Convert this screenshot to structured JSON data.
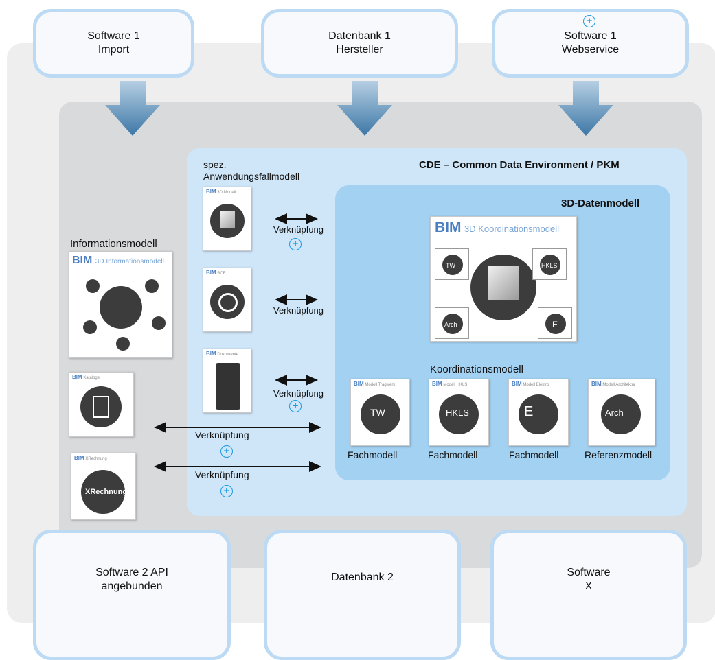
{
  "systems_top": [
    {
      "line1": "Software 1",
      "line2": "Import",
      "plus": false
    },
    {
      "line1": "Datenbank 1",
      "line2": "Hersteller",
      "plus": false
    },
    {
      "line1": "Software 1",
      "line2": "Webservice",
      "plus": true
    }
  ],
  "systems_bottom": [
    {
      "line1": "Software 2 API",
      "line2": "angebunden"
    },
    {
      "line1": "Datenbank 2",
      "line2": ""
    },
    {
      "line1": "Software",
      "line2": "X"
    }
  ],
  "cde": {
    "title": "CDE – Common Data Environment / PKM",
    "usecase_label_line1": "spez.",
    "usecase_label_line2": "Anwendungsfallmodell"
  },
  "datenmodell": {
    "title": "3D-Datenmodell",
    "coord_card_brand": "BIM",
    "coord_card_title": "3D Koordinationsmodell",
    "coord_caption": "Koordinationsmodell",
    "mini_labels": [
      "TW",
      "HKLS",
      "Arch",
      "E"
    ]
  },
  "info_model": {
    "label": "Informationsmodell",
    "brand": "BIM",
    "card_title": "3D Informationsmodell"
  },
  "usecase_cards": [
    {
      "brand": "BIM",
      "title": "3D Modell"
    },
    {
      "brand": "BIM",
      "title": "BCF"
    },
    {
      "brand": "BIM",
      "title": "Dokumente"
    }
  ],
  "left_cards": [
    {
      "brand": "BIM",
      "title": "Kataloge"
    },
    {
      "brand": "BIM",
      "title": "XRechnung",
      "center_text": "XRechnung"
    }
  ],
  "links": {
    "verknuepfung": "Verknüpfung",
    "plus": "+"
  },
  "fach_cards": [
    {
      "brand": "BIM",
      "title": "Modell Tragwerk",
      "tag": "TW",
      "caption": "Fachmodell"
    },
    {
      "brand": "BIM",
      "title": "Modell HKLS",
      "tag": "HKLS",
      "caption": "Fachmodell"
    },
    {
      "brand": "BIM",
      "title": "Modell Elektro",
      "tag": "E",
      "caption": "Fachmodell"
    },
    {
      "brand": "BIM",
      "title": "Modell Architektur",
      "tag": "Arch",
      "caption": "Referenzmodell"
    }
  ],
  "colors": {
    "outer_bg": "#eeeeee",
    "middle_bg": "#d9dadb",
    "cde_bg": "#cfe6f8",
    "datenmodell_bg": "#a3d1f2",
    "box_border": "#bcdaf3",
    "arrow": "#3d77a6",
    "plus": "#1a9be0"
  }
}
